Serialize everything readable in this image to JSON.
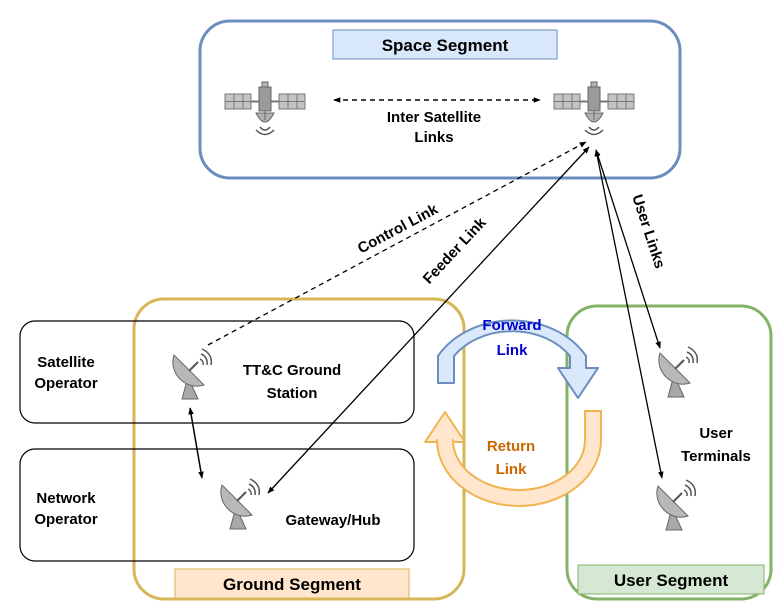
{
  "segments": {
    "space": "Space Segment",
    "ground": "Ground Segment",
    "user": "User Segment"
  },
  "operators": {
    "satellite": [
      "Satellite",
      "Operator"
    ],
    "network": [
      "Network",
      "Operator"
    ]
  },
  "stations": {
    "ttc": [
      "TT&C Ground",
      "Station"
    ],
    "gateway": "Gateway/Hub",
    "user_terminals": [
      "User",
      "Terminals"
    ]
  },
  "links": {
    "inter_satellite": [
      "Inter Satellite",
      "Links"
    ],
    "control": "Control Link",
    "feeder": "Feeder Link",
    "user": "User Links",
    "forward": [
      "Forward",
      "Link"
    ],
    "return": [
      "Return",
      "Link"
    ]
  },
  "colors": {
    "space_border": "#6C8EBF",
    "space_label_bg": "#DAE8FC",
    "ground_border": "#D6B656",
    "ground_label_bg": "#FFE6CC",
    "user_border": "#82B366",
    "user_label_bg": "#D5E8D4",
    "forward_fill": "#DAE8FC",
    "forward_stroke": "#6C8EBF",
    "forward_text": "#0000CC",
    "return_fill": "#FFE6CC",
    "return_stroke": "#F0B453",
    "return_text": "#CC6600",
    "icon_gray": "#9A9A9A"
  },
  "icons": {
    "satellite": "satellite-icon",
    "dish": "satellite-dish-icon"
  }
}
